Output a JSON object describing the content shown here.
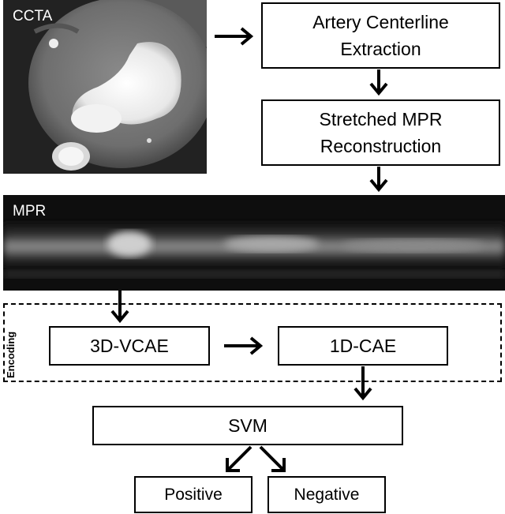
{
  "ccta": {
    "label": "CCTA"
  },
  "mpr": {
    "label": "MPR"
  },
  "steps": {
    "centerline": [
      "Artery Centerline",
      "Extraction"
    ],
    "stretched": [
      "Stretched MPR",
      "Reconstruction"
    ]
  },
  "encoding": {
    "label": "Encoding",
    "vcae": "3D-VCAE",
    "cae": "1D-CAE"
  },
  "classifier": "SVM",
  "outcomes": {
    "positive": "Positive",
    "negative": "Negative"
  }
}
